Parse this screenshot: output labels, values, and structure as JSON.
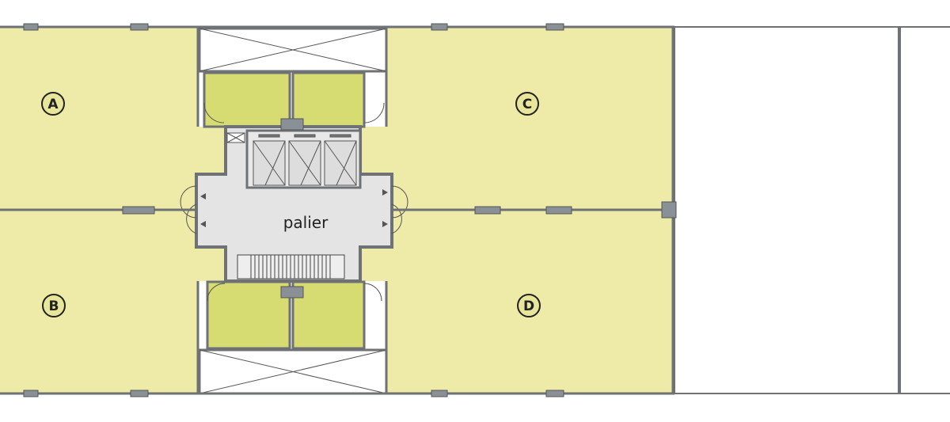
{
  "plan": {
    "landing_label": "palier",
    "units": [
      {
        "id": "A"
      },
      {
        "id": "B"
      },
      {
        "id": "C"
      },
      {
        "id": "D"
      }
    ]
  },
  "colors": {
    "unit_fill": "#eeeba8",
    "small_room_fill": "#d6dc72",
    "landing_fill": "#e4e4e4",
    "wall": "#6f7275",
    "column": "#8a9196"
  }
}
